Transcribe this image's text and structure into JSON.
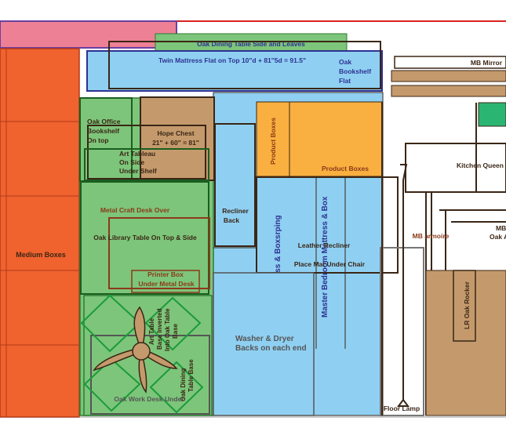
{
  "labels": {
    "oak_dining_table": "Oak Dining Table Side and Leaves",
    "twin_mattress": "Twin Mattress Flat on Top  10\"d + 81\"5d = 91.5\"",
    "oak_bookshelf": [
      "Oak",
      "Bookshelf",
      "Flat"
    ],
    "mb_mirror": "MB Mirror",
    "oak_office_bookshelf": [
      "Oak Office",
      "Bookshelf",
      "On top"
    ],
    "hope_chest": [
      "Hope Chest",
      "21\" + 60\" = 81\""
    ],
    "art_tableau": [
      "Art Tableau",
      "On Side",
      "Under Shelf"
    ],
    "product_boxes_vertical": "Product Boxes",
    "product_boxes": "Product Boxes",
    "kitchen_queen": "Kitchen Queen",
    "metal_craft_desk": "Metal Craft Desk Over",
    "oak_library_table": "Oak Library Table On Top & Side",
    "recliner_back": [
      "Recliner",
      "Back"
    ],
    "ryan_mattress": "Ryan Mattress & Boxsrping",
    "master_bedroom_mattress": "Master Bedroom Mattress & Box",
    "leather_recliner": "Leather Recliner",
    "place_mat": "Place Mat Under Chair",
    "mb_armoire": "MB armoire",
    "mb_oak": [
      "MB",
      "Oak A"
    ],
    "medium_boxes": "Medium Boxes",
    "printer_box": [
      "Printer Box",
      "Under Metal Desk"
    ],
    "art_table_base": [
      "Art Table",
      "Base Inverted",
      "Into Oak Table",
      "Base"
    ],
    "oak_dining_table_base": [
      "Oak Dining",
      "Table Base"
    ],
    "oak_work_desk": "Oak Work Desk Under",
    "washer_dryer": [
      "Washer & Dryer",
      "Backs on each end"
    ],
    "lr_oak_rocker": "LR Oak Rocker",
    "floor_lamp": "Floor Lamp"
  },
  "colors": {
    "orange_boxes": "#f0622e",
    "pink": "#ee8095",
    "light_blue": "#8fd0f2",
    "green": "#7dc57a",
    "tan": "#c49a6c",
    "yellow_orange": "#f9b040",
    "dark_brown": "#3a2616",
    "bright_green": "#2bb573",
    "blue_text": "#2e3192",
    "red_line": "#d9231e"
  }
}
